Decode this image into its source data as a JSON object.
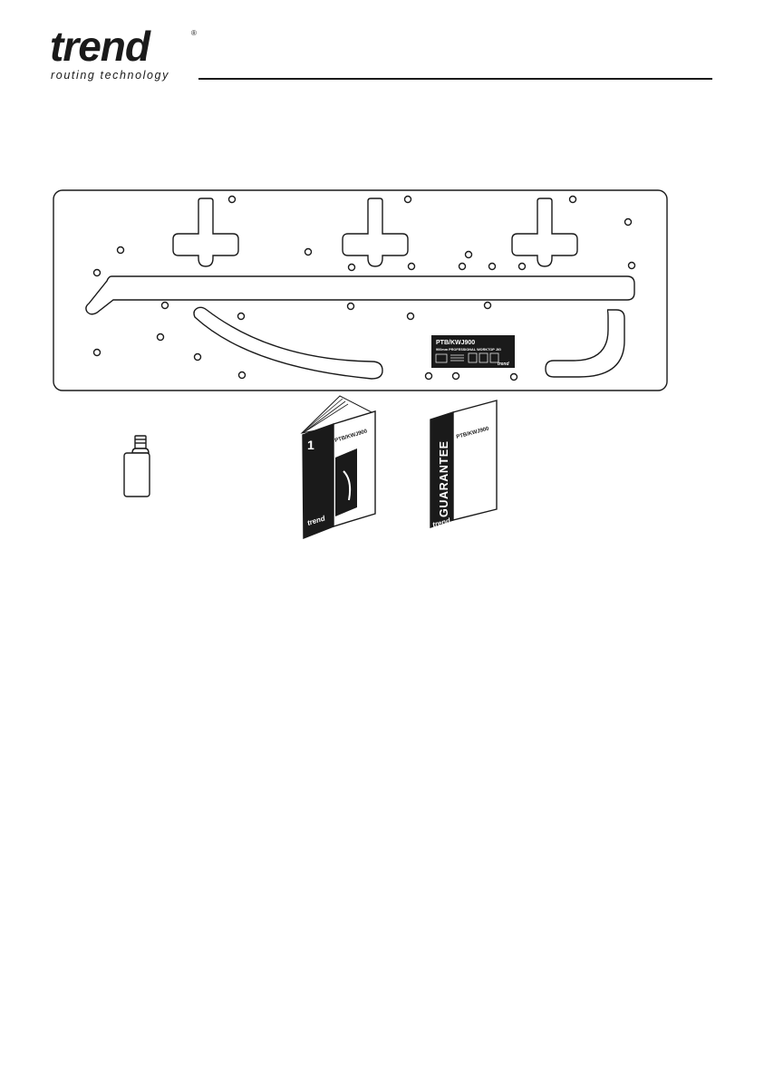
{
  "brand": {
    "wordmark": "trend",
    "registered": "®",
    "tagline": "routing technology"
  },
  "template_label": {
    "model": "PTB/KWJ900",
    "title": "900mm PROFESSIONAL WORKTOP JIG",
    "logo": "trend"
  },
  "manual": {
    "page_number": "1",
    "model": "PTB/KWJ900",
    "logo": "trend"
  },
  "guarantee": {
    "title": "GUARANTEE",
    "model": "PTB/KWJ900",
    "logo": "trend"
  }
}
